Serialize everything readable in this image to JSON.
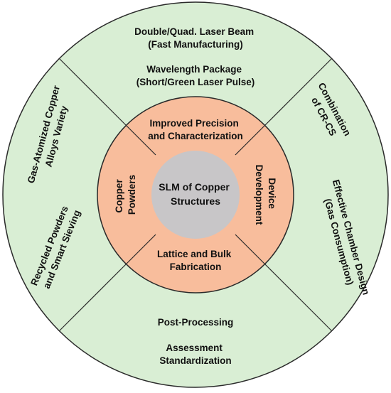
{
  "colors": {
    "outer_ring": "#d9eed4",
    "middle_ring": "#f8bd9c",
    "core": "#c8c6c8",
    "stroke": "#2a2a2a",
    "text": "#111111"
  },
  "core": {
    "line1": "SLM of Copper",
    "line2": "Structures"
  },
  "middle": {
    "top": {
      "line1": "Improved Precision",
      "line2": "and Characterization"
    },
    "left": {
      "line1": "Copper",
      "line2": "Powders"
    },
    "right": {
      "line1": "Device",
      "line2": "Development"
    },
    "bottom": {
      "line1": "Lattice and Bulk",
      "line2": "Fabrication"
    }
  },
  "outer": {
    "top": [
      {
        "line1": "Double/Quad. Laser Beam",
        "line2": "(Fast Manufacturing)"
      },
      {
        "line1": "Wavelength Package",
        "line2": "(Short/Green Laser Pulse)"
      }
    ],
    "left": [
      {
        "line1": "Gas-Atomized Copper",
        "line2": "Alloys Variety"
      },
      {
        "line1": "Recycled Powders",
        "line2": "and Smart Sieving"
      }
    ],
    "right": [
      {
        "line1": "Combination",
        "line2": "of CR-CS"
      },
      {
        "line1": "Effective Chamber Design",
        "line2": "(Gas Consumption)"
      }
    ],
    "bottom": [
      {
        "line1": "Post-Processing",
        "line2": ""
      },
      {
        "line1": "Assessment",
        "line2": "Standardization"
      }
    ]
  }
}
